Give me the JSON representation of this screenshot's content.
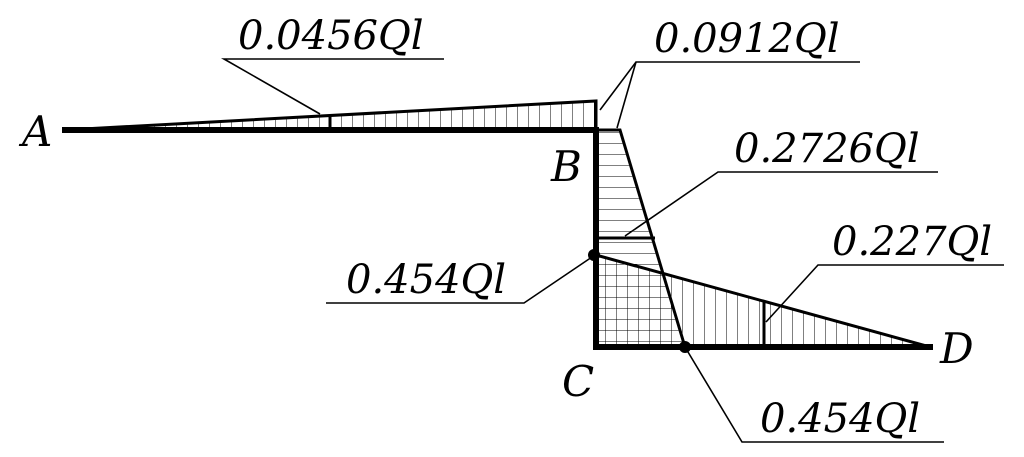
{
  "points": {
    "a": "A",
    "b": "B",
    "c": "C",
    "d": "D"
  },
  "moments": {
    "ab_mid": "0.0456Ql",
    "b_joint": "0.0912Ql",
    "bc_mid": "0.2726Ql",
    "c_column": "0.454Ql",
    "cd_mid": "0.227Ql",
    "cd_zero": "0.454Ql"
  }
}
